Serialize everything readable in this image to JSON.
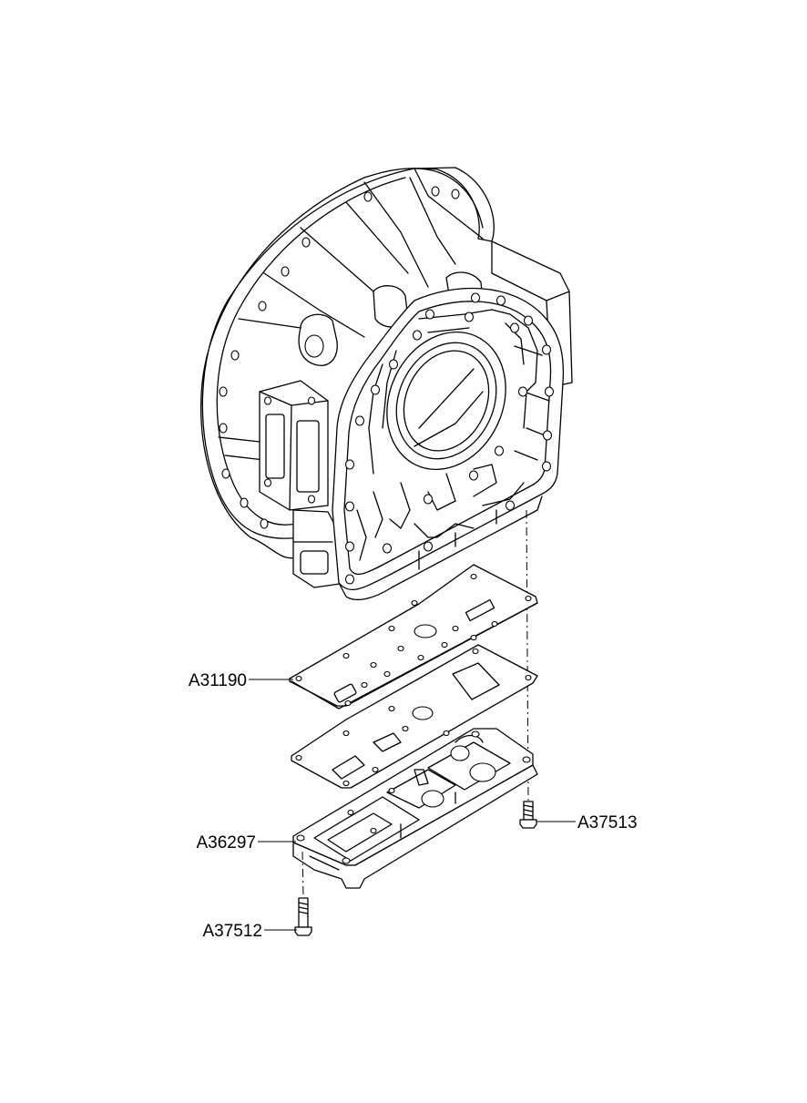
{
  "callouts": {
    "plate_gasket": "A31190",
    "valve_body_cover": "A36297",
    "bolt_right": "A37513",
    "bolt_left": "A37512"
  }
}
